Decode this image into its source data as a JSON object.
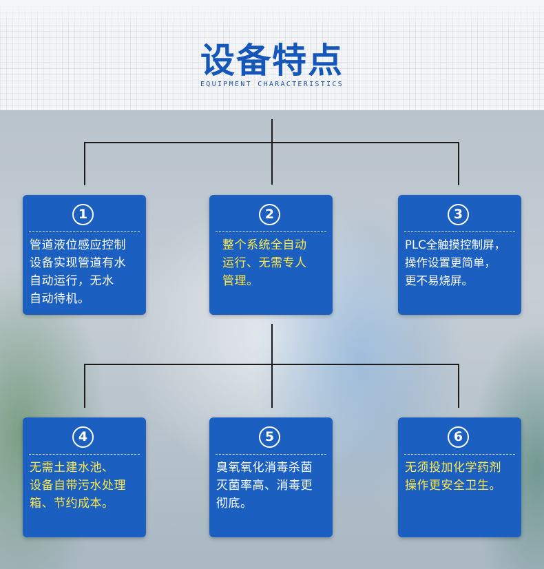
{
  "header": {
    "title": "设备特点",
    "subtitle": "EQUIPMENT CHARACTERISTICS"
  },
  "colors": {
    "title": "#1557b8",
    "card": "#1b5fc0",
    "highlight_text": "#ffe94a",
    "normal_text": "#ffffff"
  },
  "features": [
    {
      "number": "1",
      "text": "管道液位感应控制\n设备实现管道有水\n自动运行，无水\n自动待机。"
    },
    {
      "number": "2",
      "text": "整个系统全自动\n运行、无需专人\n管理。"
    },
    {
      "number": "3",
      "text": "PLC全触摸控制屏，\n操作设置更简单，\n更不易烧屏。"
    },
    {
      "number": "4",
      "text": "无需土建水池、\n设备自带污水处理\n箱、节约成本。"
    },
    {
      "number": "5",
      "text": "臭氧氧化消毒杀菌\n灭菌率高、消毒更\n彻底。"
    },
    {
      "number": "6",
      "text": "无须投加化学药剂\n操作更安全卫生。"
    }
  ]
}
